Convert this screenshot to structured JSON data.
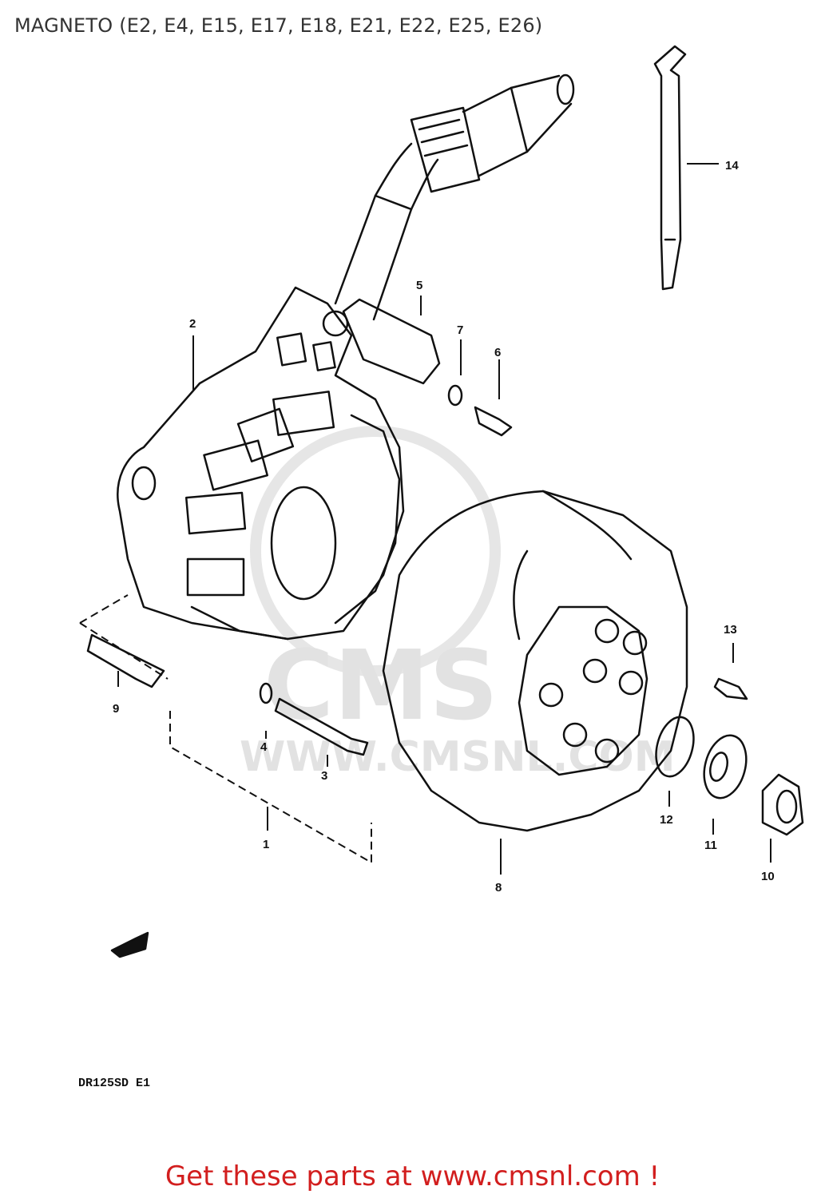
{
  "title": "MAGNETO (E2, E4, E15, E17, E18, E21, E22, E25, E26)",
  "callouts": [
    "1",
    "2",
    "3",
    "4",
    "5",
    "6",
    "7",
    "8",
    "9",
    "10",
    "11",
    "12",
    "13",
    "14"
  ],
  "diagram_code": "DR125SD E1",
  "watermark": {
    "big": "CMS",
    "url": "WWW.CMSNL.COM"
  },
  "footer_cta": "Get these parts at www.cmsnl.com !",
  "colors": {
    "cta": "#d21e1e",
    "line": "#111111",
    "watermark": "#e2e2e2"
  }
}
